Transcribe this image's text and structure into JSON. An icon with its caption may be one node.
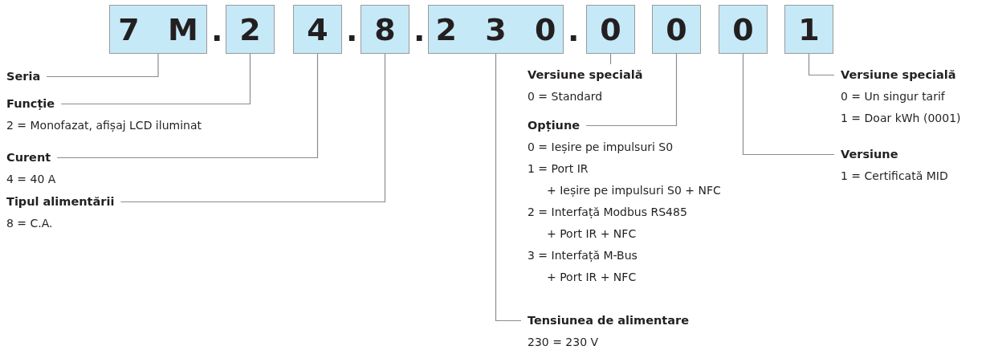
{
  "diagram": {
    "nodes": [
      {
        "text": [
          "7 M"
        ]
      },
      {
        "text": [
          "2"
        ]
      },
      {
        "text": [
          "4"
        ]
      },
      {
        "text": [
          "8"
        ]
      },
      {
        "text": [
          "2 3 0"
        ]
      },
      {
        "text": [
          "0"
        ]
      },
      {
        "text": [
          "0"
        ]
      },
      {
        "text": [
          "0"
        ]
      },
      {
        "text": [
          "1"
        ]
      },
      {
        "text": [
          "Seria"
        ]
      },
      {
        "text": [
          "Funcție"
        ],
        "beside": [
          "2 = Monofazat, afișaj LCD iluminat"
        ]
      },
      {
        "text": [
          "Curent"
        ],
        "beside": [
          "4 = 40 A"
        ]
      },
      {
        "text": [
          "Tipul alimentării"
        ],
        "beside": [
          "8 = C.A."
        ]
      },
      {
        "text": [
          "Versiune specială"
        ],
        "beside": [
          "0 = Standard"
        ]
      },
      {
        "text": [
          "Opțiune"
        ],
        "beside": [
          "0 = Ieșire pe impulsuri S0",
          "1 =  Port IR",
          "+ Ieșire pe impulsuri S0 + NFC",
          "2 = Interfață Modbus RS485",
          "+ Port IR + NFC",
          "3 = Interfață M-Bus",
          "+ Port IR + NFC"
        ]
      },
      {
        "text": [
          "Tensiunea de alimentare"
        ],
        "beside": [
          "230 = 230 V"
        ]
      },
      {
        "text": [
          "Versiune specială"
        ],
        "beside": [
          "0 = Un singur tarif",
          "1 = Doar kWh (0001)"
        ]
      },
      {
        "text": [
          "Versiune"
        ],
        "beside": [
          "1 = Certificată MID"
        ]
      }
    ],
    "edges": [
      {
        "from": 9,
        "to": 0,
        "arrow": "none"
      },
      {
        "from": 10,
        "to": 1,
        "arrow": "none"
      },
      {
        "from": 11,
        "to": 2,
        "arrow": "none"
      },
      {
        "from": 12,
        "to": 3,
        "arrow": "none"
      },
      {
        "from": 15,
        "to": 4,
        "arrow": "none"
      },
      {
        "from": 13,
        "to": 5,
        "arrow": "none"
      },
      {
        "from": 14,
        "to": 6,
        "arrow": "none"
      },
      {
        "from": 17,
        "to": 7,
        "arrow": "none"
      },
      {
        "from": 16,
        "to": 8,
        "arrow": "none"
      }
    ],
    "labels": [
      ".",
      ".",
      ".",
      "."
    ]
  }
}
